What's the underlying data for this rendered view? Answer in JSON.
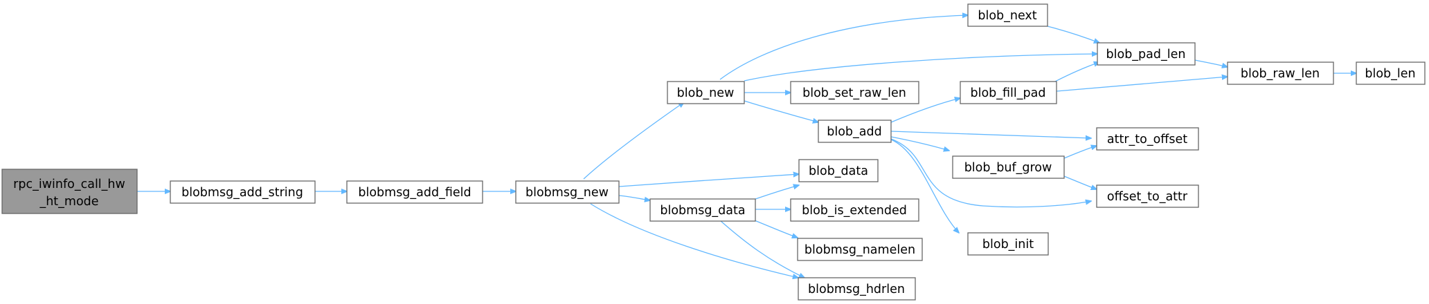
{
  "nodes": {
    "root": {
      "lines": [
        "rpc_iwinfo_call_hw",
        "_ht_mode"
      ]
    },
    "blobmsg_add_string": {
      "label": "blobmsg_add_string"
    },
    "blobmsg_add_field": {
      "label": "blobmsg_add_field"
    },
    "blobmsg_new": {
      "label": "blobmsg_new"
    },
    "blob_new": {
      "label": "blob_new"
    },
    "blob_data": {
      "label": "blob_data"
    },
    "blobmsg_data": {
      "label": "blobmsg_data"
    },
    "blobmsg_hdrlen": {
      "label": "blobmsg_hdrlen"
    },
    "blob_next": {
      "label": "blob_next"
    },
    "blob_pad_len": {
      "label": "blob_pad_len"
    },
    "blob_set_raw_len": {
      "label": "blob_set_raw_len"
    },
    "blob_add": {
      "label": "blob_add"
    },
    "blob_is_extended": {
      "label": "blob_is_extended"
    },
    "blobmsg_namelen": {
      "label": "blobmsg_namelen"
    },
    "blob_raw_len": {
      "label": "blob_raw_len"
    },
    "blob_len": {
      "label": "blob_len"
    },
    "blob_fill_pad": {
      "label": "blob_fill_pad"
    },
    "attr_to_offset": {
      "label": "attr_to_offset"
    },
    "blob_buf_grow": {
      "label": "blob_buf_grow"
    },
    "offset_to_attr": {
      "label": "offset_to_attr"
    },
    "blob_init": {
      "label": "blob_init"
    }
  },
  "edges": [
    [
      "root",
      "blobmsg_add_string"
    ],
    [
      "blobmsg_add_string",
      "blobmsg_add_field"
    ],
    [
      "blobmsg_add_field",
      "blobmsg_new"
    ],
    [
      "blobmsg_new",
      "blob_new"
    ],
    [
      "blobmsg_new",
      "blob_data"
    ],
    [
      "blobmsg_new",
      "blobmsg_data"
    ],
    [
      "blobmsg_new",
      "blobmsg_hdrlen"
    ],
    [
      "blob_new",
      "blob_next"
    ],
    [
      "blob_new",
      "blob_pad_len"
    ],
    [
      "blob_new",
      "blob_set_raw_len"
    ],
    [
      "blob_new",
      "blob_add"
    ],
    [
      "blob_next",
      "blob_pad_len"
    ],
    [
      "blob_pad_len",
      "blob_raw_len"
    ],
    [
      "blob_raw_len",
      "blob_len"
    ],
    [
      "blob_add",
      "blob_fill_pad"
    ],
    [
      "blob_add",
      "attr_to_offset"
    ],
    [
      "blob_add",
      "blob_buf_grow"
    ],
    [
      "blob_add",
      "offset_to_attr"
    ],
    [
      "blob_add",
      "blob_init"
    ],
    [
      "blob_fill_pad",
      "blob_pad_len"
    ],
    [
      "blob_fill_pad",
      "blob_raw_len"
    ],
    [
      "blob_buf_grow",
      "attr_to_offset"
    ],
    [
      "blob_buf_grow",
      "offset_to_attr"
    ],
    [
      "blobmsg_data",
      "blob_data"
    ],
    [
      "blobmsg_data",
      "blob_is_extended"
    ],
    [
      "blobmsg_data",
      "blobmsg_namelen"
    ],
    [
      "blobmsg_data",
      "blobmsg_hdrlen"
    ]
  ],
  "colors": {
    "edge": "#63b8ff",
    "node_border": "#666666",
    "root_fill": "#999999",
    "node_fill": "#ffffff"
  }
}
